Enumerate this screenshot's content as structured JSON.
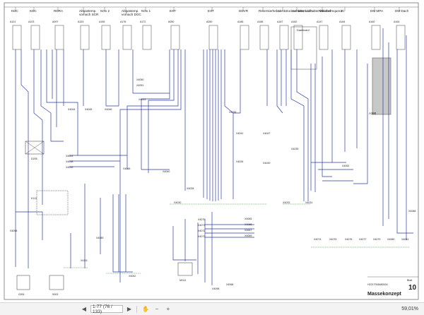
{
  "window": {
    "title": "Massekonzept"
  },
  "columns": [
    {
      "top": "KDC",
      "bot": "A101"
    },
    {
      "top": "KDC",
      "bot": "A103"
    },
    {
      "top": "RDRA",
      "bot": "A097"
    },
    {
      "top": "Abgastemp.\nvorhach SCR",
      "bot": "A153"
    },
    {
      "top": "NOx 2",
      "bot": "A155"
    },
    {
      "top": "Abgastemp.\nvorhach DOC",
      "bot": "A176"
    },
    {
      "top": "NOx 1",
      "bot": "A172"
    },
    {
      "top": "EXT",
      "bot": "A050"
    },
    {
      "top": "EXT",
      "bot": "A050"
    },
    {
      "top": "DDVR",
      "bot": "A186"
    },
    {
      "top": "Reversierhebel",
      "bot": "A186"
    },
    {
      "top": "Lenkstockschalter Licht",
      "bot": "A187"
    },
    {
      "top": "Lenkstockschalter Wischer",
      "bot": "A182"
    },
    {
      "top": "Abtriebsfrequenz",
      "bot": "A147"
    },
    {
      "top": "JC",
      "bot": "A184"
    },
    {
      "top": "DM MPA",
      "bot": "A160"
    },
    {
      "top": "DM Dach",
      "bot": "A164"
    }
  ],
  "labels": {
    "dashboard": "Dashboard",
    "ecu_box": "A180",
    "d205": "D205",
    "k113": "K113",
    "g001": "G001",
    "s003": "S003",
    "mg11": "MG11",
    "sheet_num": "10",
    "blatt": "Blatt",
    "doc_id": "H2217008480004",
    "title": "Massekonzept"
  },
  "nodes": {
    "x4050": "X4050",
    "x4051": "X4051",
    "x4053": "X4053",
    "x4044": "X4044",
    "x4045": "X4045",
    "x4046": "X4046",
    "x4043": "X4043",
    "x4038": "X4038",
    "x4039": "X4039",
    "x4048": "X4048",
    "x4040": "X4040",
    "x4036": "X4036",
    "x4041": "X4041",
    "x4034": "X4034",
    "x4030": "X4030",
    "x4028": "X4028",
    "x4049": "X4049",
    "x4035": "X4035",
    "x4047": "X4047",
    "x4031": "X4031",
    "x4033": "X4033",
    "x4052": "X4052",
    "x4065": "X4065",
    "x4066": "X4066",
    "x4067": "X4067",
    "x4069": "X4069",
    "x4070": "X4070",
    "x4071": "X4071",
    "x4072": "X4072",
    "x4073": "X4073",
    "x4074": "X4074",
    "x4075": "X4075",
    "x4076": "X4076",
    "x4077": "X4077",
    "x4079": "X4079",
    "x4080": "X4080",
    "x4081": "X4081",
    "x4088": "X4088",
    "x4098": "X4098",
    "x4058": "X4058",
    "x4111": "X4111",
    "x4089": "X4089",
    "x4042": "X4042",
    "x4068": "X4068"
  },
  "toolbar": {
    "page_value": "1-77 (76 / 133)",
    "zoom_value": "59,01%"
  }
}
